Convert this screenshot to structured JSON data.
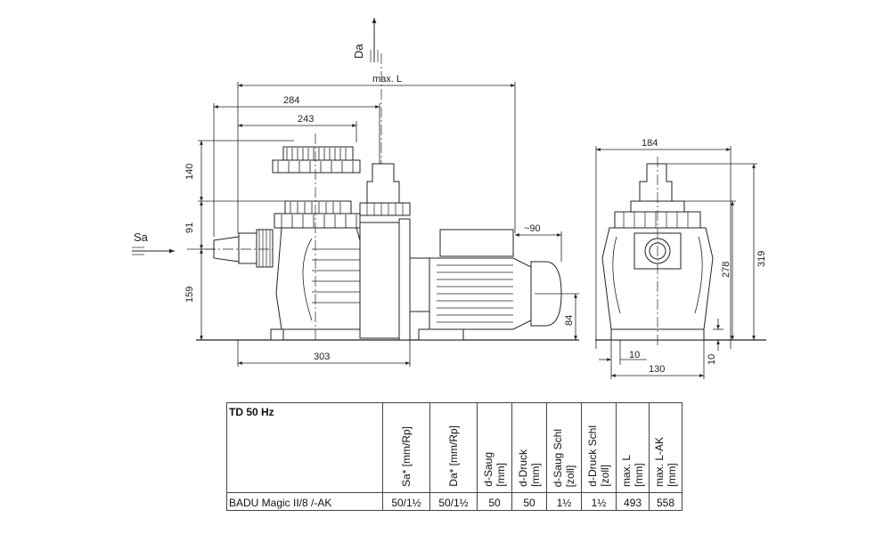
{
  "drawing": {
    "labels": {
      "suction": "Sa",
      "discharge": "Da"
    },
    "dimensions": {
      "max_l": "max. L",
      "d284": "284",
      "d243": "243",
      "d140": "140",
      "d91": "91",
      "d159": "159",
      "d303": "303",
      "d90": "~90",
      "d84": "84",
      "d184": "184",
      "d319": "319",
      "d278": "278",
      "d10a": "10",
      "d10b": "10",
      "d130": "130"
    }
  },
  "table": {
    "title": "TD 50 Hz",
    "headers": [
      "Sa* [mm/Rp]",
      "Da* [mm/Rp]",
      "d-Saug\n[mm]",
      "d-Druck\n[mm]",
      "d-Saug Schl\n[zoll]",
      "d-Druck Schl\n[zoll]",
      "max. L\n[mm]",
      "max. L-AK\n[mm]"
    ],
    "rows": [
      {
        "model": "BADU Magic II/8 /-AK",
        "values": [
          "50/1½",
          "50/1½",
          "50",
          "50",
          "1½",
          "1½",
          "493",
          "558"
        ]
      }
    ]
  }
}
